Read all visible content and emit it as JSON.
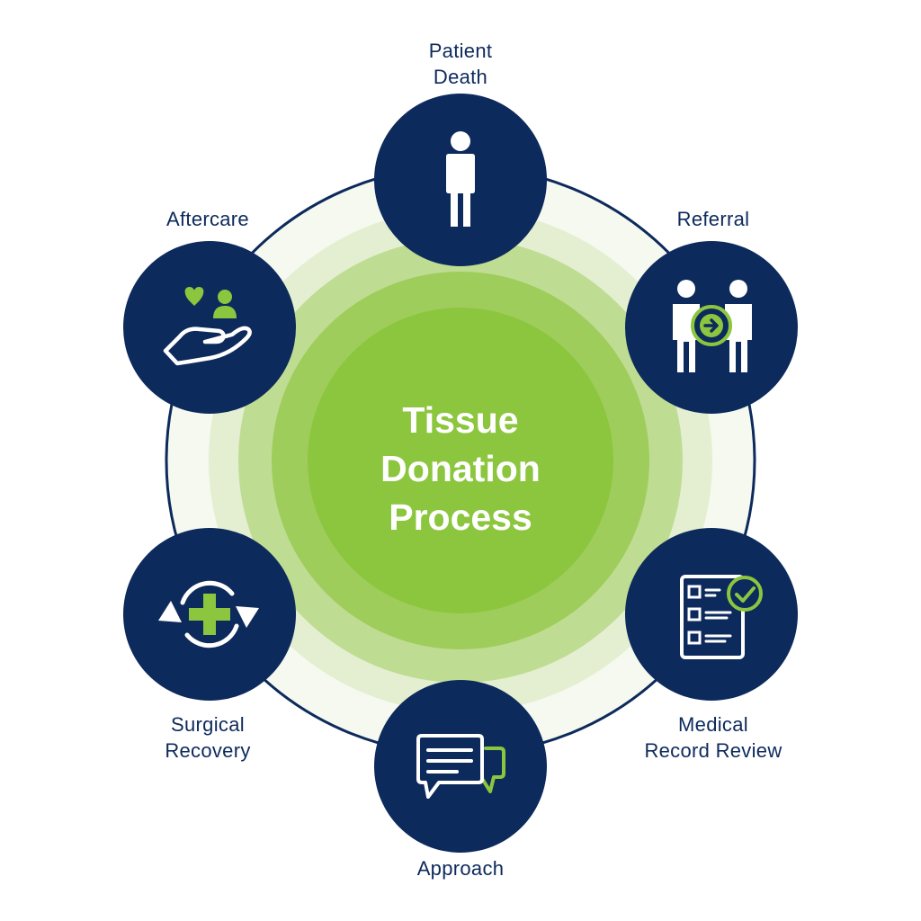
{
  "title": "Tissue\nDonation\nProcess",
  "colors": {
    "navy": "#0d2a5c",
    "green": "#8cc63f",
    "white": "#ffffff"
  },
  "steps": [
    {
      "label": "Patient\nDeath",
      "icon": "person-icon"
    },
    {
      "label": "Referral",
      "icon": "referral-icon"
    },
    {
      "label": "Medical\nRecord Review",
      "icon": "checklist-icon"
    },
    {
      "label": "Approach",
      "icon": "chat-bubbles-icon"
    },
    {
      "label": "Surgical\nRecovery",
      "icon": "medical-cycle-icon"
    },
    {
      "label": "Aftercare",
      "icon": "caring-hand-icon"
    }
  ]
}
